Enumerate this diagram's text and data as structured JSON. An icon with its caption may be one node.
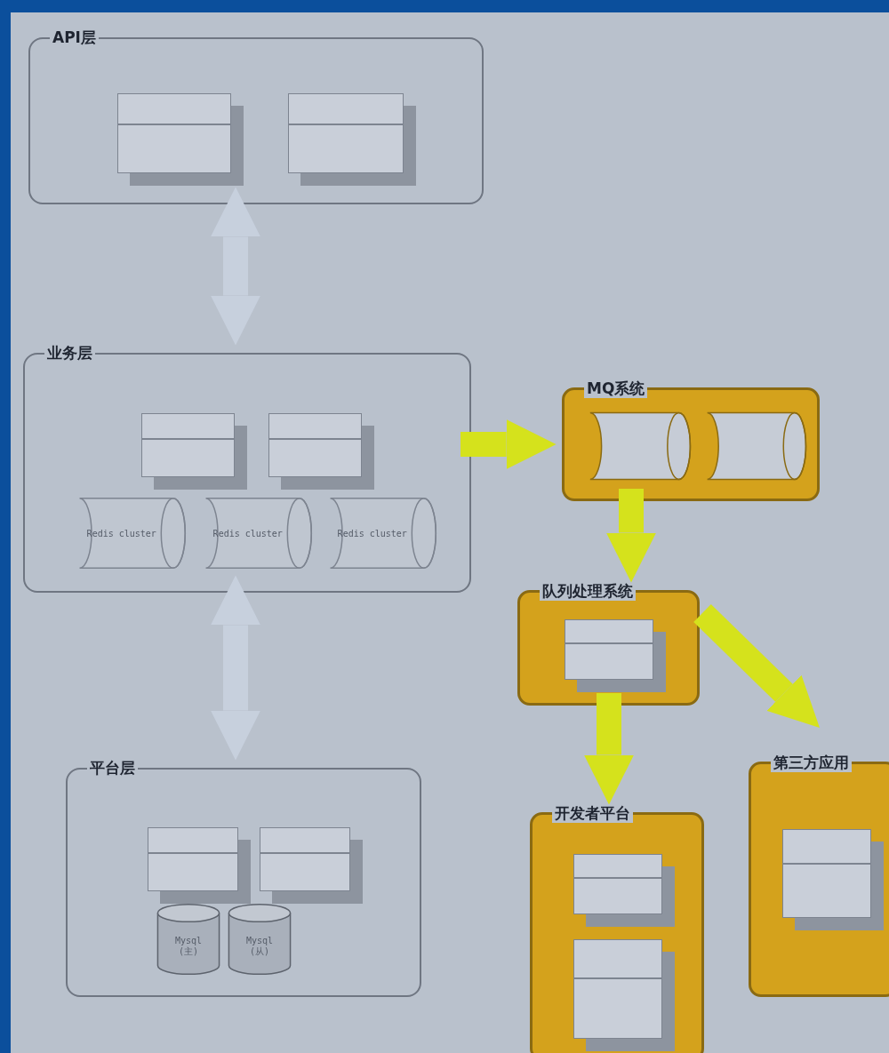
{
  "diagram": {
    "nodes": [
      {
        "text": [
          "API层"
        ]
      },
      {
        "text": [],
        "shape": "box",
        "in": 0
      },
      {
        "text": [],
        "shape": "box",
        "in": 0
      },
      {
        "text": [
          "业务层"
        ]
      },
      {
        "text": [],
        "shape": "box",
        "in": 3
      },
      {
        "text": [],
        "shape": "box",
        "in": 3
      },
      {
        "text": [
          "Redis cluster"
        ],
        "in": 3
      },
      {
        "text": [
          "Redis cluster"
        ],
        "in": 3
      },
      {
        "text": [
          "Redis cluster"
        ],
        "in": 3
      },
      {
        "text": [
          "平台层"
        ]
      },
      {
        "text": [],
        "shape": "box",
        "in": 9
      },
      {
        "text": [],
        "shape": "box",
        "in": 9
      },
      {
        "text": [
          "Mysql (主)"
        ],
        "in": 9
      },
      {
        "text": [
          "Mysql (从)"
        ],
        "in": 9
      },
      {
        "text": [
          "MQ系统"
        ]
      },
      {
        "text": [],
        "shape": "cylinder",
        "in": 14
      },
      {
        "text": [],
        "shape": "cylinder",
        "in": 14
      },
      {
        "text": [
          "队列处理系统"
        ]
      },
      {
        "text": [],
        "shape": "box",
        "in": 17
      },
      {
        "text": [
          "开发者平台"
        ]
      },
      {
        "text": [],
        "shape": "box",
        "in": 19
      },
      {
        "text": [],
        "shape": "box",
        "in": 19
      },
      {
        "text": [
          "第三方应用"
        ]
      },
      {
        "text": [],
        "shape": "box",
        "in": 22
      }
    ],
    "edges": [
      {
        "from": 0,
        "to": 3,
        "arrow": "both",
        "color": "#c7d0dd"
      },
      {
        "from": 3,
        "to": 9,
        "arrow": "both",
        "color": "#c7d0dd"
      },
      {
        "from": 3,
        "to": 14,
        "arrow": "to"
      },
      {
        "from": 14,
        "to": 17,
        "arrow": "to"
      },
      {
        "from": 17,
        "to": 19,
        "arrow": "to"
      },
      {
        "from": 17,
        "to": 22,
        "arrow": "to"
      }
    ]
  }
}
